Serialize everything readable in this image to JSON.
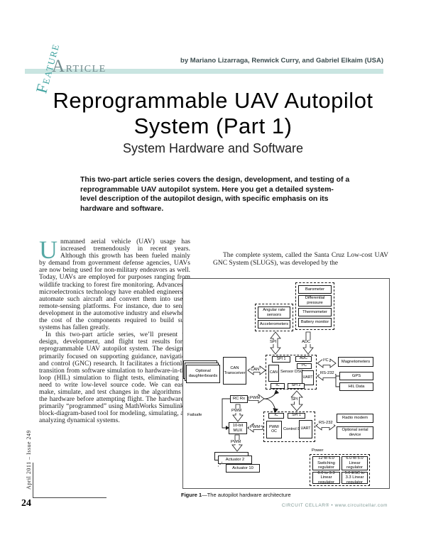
{
  "page": {
    "feature_label": "FEATURE",
    "article_label": "ARTICLE",
    "byline": "by Mariano Lizarraga, Renwick Curry, and Gabriel Elkaim (USA)",
    "title_line1": "Reprogrammable UAV Autopilot",
    "title_line2": "System (Part 1)",
    "subtitle": "System Hardware and Software",
    "intro": "This two-part article series covers the design, development, and testing of a reprogrammable UAV autopilot system. Here you get a detailed system-level description of the autopilot design, with specific emphasis on its hardware and software.",
    "sidebar_text": "April 2011 – Issue 249",
    "page_number": "24",
    "footer": "CIRCUIT CELLAR® • www.circuitcellar.com"
  },
  "article": {
    "dropcap": "U",
    "para1_rest": "nmanned aerial vehicle (UAV) usage has increased tremendously in recent years. Although this growth has been fueled mainly by demand from government defense agencies, UAVs are now being used for non-military endeavors as well. Today, UAVs are employed for purposes ranging from wildlife tracking to forest fire monitoring. Advances in microelectronics technology have enabled engineers to automate such aircraft and convert them into useful remote-sensing platforms. For instance, due to sensor development in the automotive industry and elsewhere, the cost of the components required to build such systems has fallen greatly.",
    "para2": "In this two-part article series, we’ll present the design, development, and flight test results for a reprogrammable UAV autopilot system. The design is primarily focused on supporting guidance, navigation, and control (GNC) research. It facilitates a frictionless transition from software simulation to hardware-in-the-loop (HIL) simulation to flight tests, eliminating the need to write low-level source code. We can easily make, simulate, and test changes in the algorithms on the hardware before attempting flight. The hardware is primarily “programmed” using MathWorks Simulink, a block-diagram-based tool for modeling, simulating, and analyzing dynamical systems.",
    "col2_para": "The complete system, called the Santa Cruz Low-cost UAV GNC System (SLUGS), was developed by the"
  },
  "figure": {
    "caption_label": "Figure 1",
    "caption_text": "—The autopilot hardware architecture",
    "nodes": {
      "barometer": "Barometer",
      "diff_pressure": "Differential pressure",
      "thermometer": "Thermometer",
      "battery_monitor": "Battery monitor",
      "angular_rate": "Angular rate sensors",
      "accelerometers": "Accelerometers",
      "daughterboards": "Optional daughterboards",
      "can_transceiver": "CAN Transceiver",
      "magnetometers": "Magnetometers",
      "gps": "GPS",
      "hil_data": "HIL Data",
      "sensor_dsc": "Sensor DSC",
      "control_dsc": "Control DSC",
      "rc_rx": "RC Rx",
      "mux": "10-bit MUX",
      "radio_modem": "Radio modem",
      "serial_device": "Optional serial device",
      "actuator_2": "Actuator 2",
      "actuator_10": "Actuator 10",
      "power": "Power",
      "reg_switching": "12 to 6.0 Switching regulator",
      "reg_linear_5": "6.0 to 5.0 Linear regulator",
      "reg_linear_33": "6.0 to 3.3 Linear regulator",
      "reg_esc": "5.0 ESC to 3.3 Linear regulator"
    },
    "ports": {
      "s_spi1": "SPI 1",
      "s_adc": "ADC",
      "s_i2c": "I²C",
      "s_can": "CAN",
      "s_uart": "UART",
      "s_ic": "IC",
      "s_spi2": "SPI 2",
      "c_ic": "IC",
      "c_spi1": "SPI 1",
      "c_pwm_oc": "PWM/ OC",
      "c_uart": "UART"
    },
    "buses": {
      "spi_top": "SPI",
      "adc": "ADC",
      "can": "CAN",
      "i2c": "I²C",
      "rs232_gps": "RS-232",
      "spi_mid": "SPI",
      "pwm_rc": "PWM",
      "pwm_rc_down": "PWM",
      "failsafe": "Failsafe",
      "pwm_mux": "PWM",
      "rs232_radio": "RS-232",
      "pwm_act": "PWM"
    }
  }
}
